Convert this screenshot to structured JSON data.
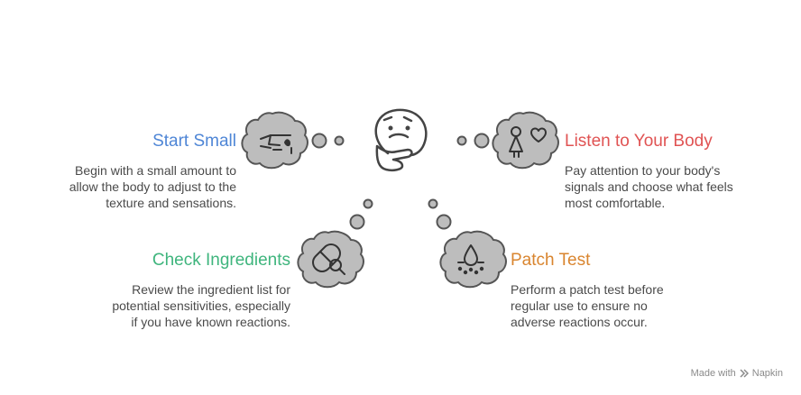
{
  "colors": {
    "start_small": "#4f86d6",
    "listen_body": "#e05353",
    "check_ingredients": "#3fb57d",
    "patch_test": "#d9852f",
    "bubble_fill": "#bdbdbd",
    "bubble_stroke": "#555555"
  },
  "center": {
    "icon": "thinking-face-icon"
  },
  "items": {
    "start_small": {
      "title": "Start Small",
      "description": "Begin with a small amount to allow the body to adjust to the texture and sensations.",
      "icon": "pointing-hand-drops-icon"
    },
    "listen_body": {
      "title": "Listen to Your Body",
      "description": "Pay attention to your body's signals and choose what feels most comfortable.",
      "icon": "person-heart-icon"
    },
    "check_ingredients": {
      "title": "Check Ingredients",
      "description": "Review the ingredient list for potential sensitivities, especially if you have known reactions.",
      "icon": "pill-magnifier-icon"
    },
    "patch_test": {
      "title": "Patch Test",
      "description": "Perform a patch test before regular use to ensure no adverse reactions occur.",
      "icon": "skin-drop-icon"
    }
  },
  "footer": {
    "made_with": "Made with",
    "brand": "Napkin"
  }
}
